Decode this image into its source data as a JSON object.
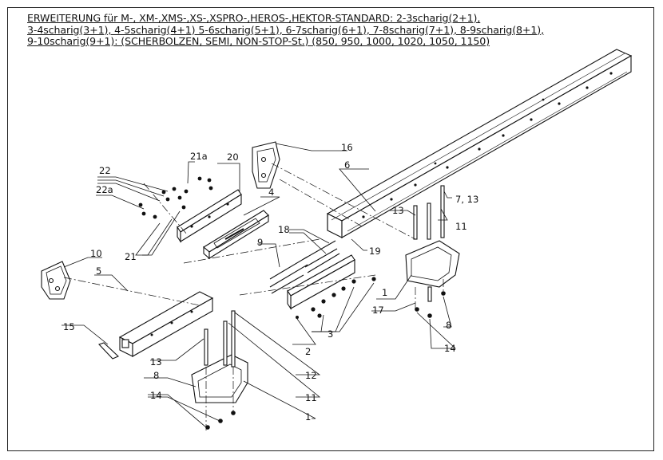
{
  "title_lines": [
    "ERWEITERUNG für M-, XM-,XMS-,XS-,XSPRO-,HEROS-,HEKTOR-STANDARD:   2-3scharig(2+1),",
    "3-4scharig(3+1), 4-5scharig(4+1) 5-6scharig(5+1), 6-7scharig(6+1), 7-8scharig(7+1), 8-9scharig(8+1),",
    "9-10scharig(9+1):   (SCHERBOLZEN, SEMI, NON-STOP-St.) (850, 950, 1000, 1020, 1050, 1150)"
  ],
  "part_labels": {
    "p1a": "1",
    "p1b": "1",
    "p2": "2",
    "p3": "3",
    "p4": "4",
    "p5": "5",
    "p6": "6",
    "p7_13": "7, 13",
    "p8a": "8",
    "p8b": "8",
    "p9": "9",
    "p10": "10",
    "p11a": "11",
    "p11b": "11",
    "p12": "12",
    "p13a": "13",
    "p13b": "13",
    "p14a": "14",
    "p14b": "14",
    "p15": "15",
    "p16": "16",
    "p17": "17",
    "p18": "18",
    "p19": "19",
    "p20": "20",
    "p21": "21",
    "p21a": "21a",
    "p22": "22",
    "p22a": "22a"
  }
}
